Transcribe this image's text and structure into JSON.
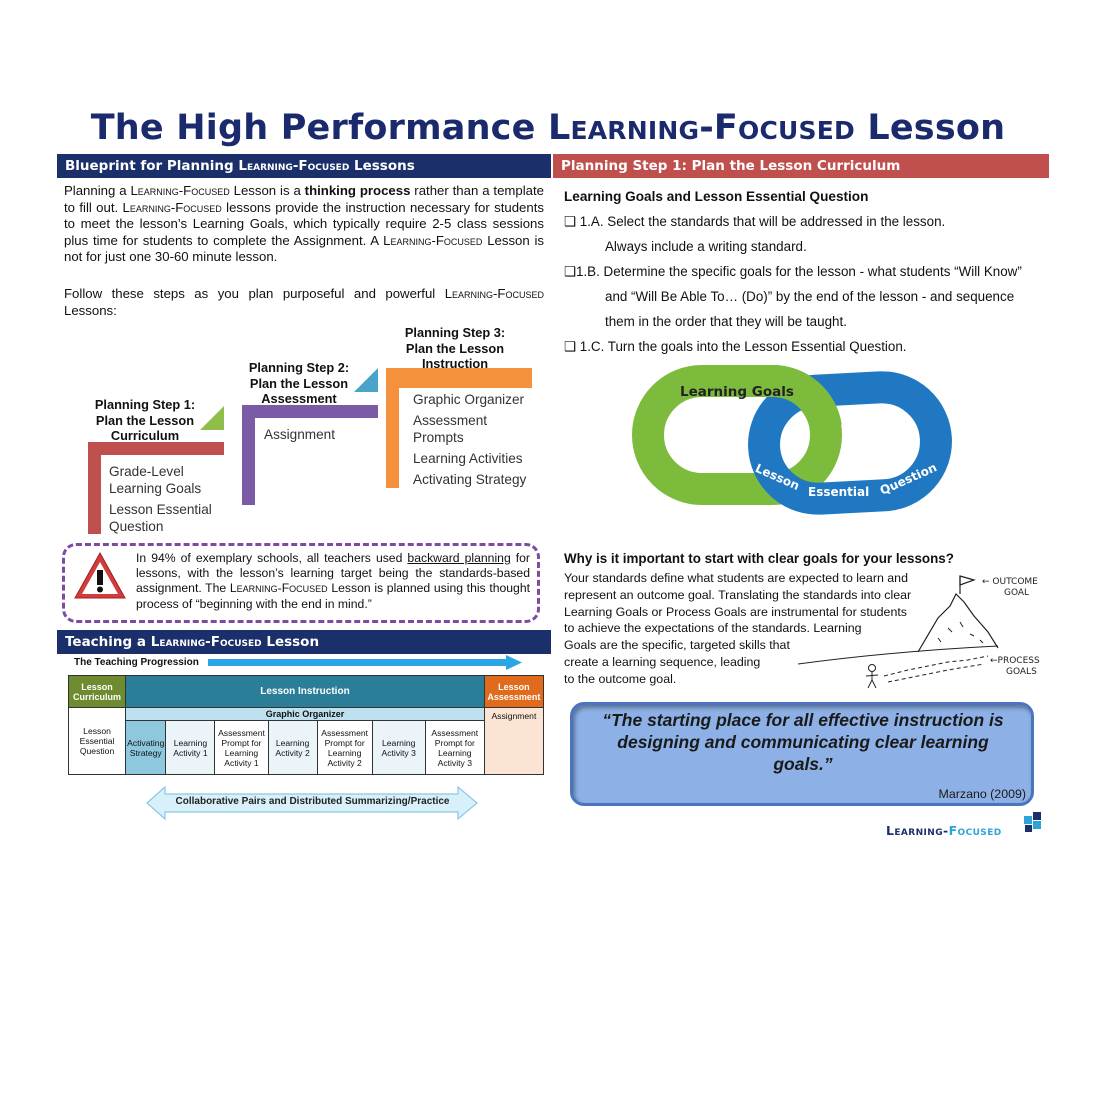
{
  "title": {
    "prefix": "The High Performance ",
    "brand": "Learning-Focused",
    "suffix": " Lesson"
  },
  "blueprint": {
    "header_prefix": "Blueprint for Planning ",
    "header_brand": "Learning-Focused",
    "header_suffix": " Lessons",
    "p1_a": "Planning a ",
    "p1_brand": "Learning-Focused",
    "p1_b": " Lesson is a ",
    "p1_bold": "thinking process",
    "p1_c": " rather than a template to fill out. ",
    "p1_brand2": "Learning-Focused",
    "p1_d": " lessons provide the instruction necessary for students to meet the lesson’s Learning Goals, which typically require 2-5 class sessions plus time for students to complete the Assignment. A ",
    "p1_brand3": "Learning-Focused",
    "p1_e": " Lesson is not for just one 30-60 minute lesson.",
    "p2_a": "Follow these steps as you plan purposeful and powerful ",
    "p2_brand": "Learning-Focused",
    "p2_b": " Lessons:"
  },
  "steps": [
    {
      "title": "Planning Step 1: Plan the Lesson Curriculum",
      "items": [
        "Grade-Level Learning Goals",
        "Lesson Essential Question"
      ]
    },
    {
      "title": "Planning Step 2: Plan the Lesson Assessment",
      "items": [
        "Assignment"
      ]
    },
    {
      "title": "Planning Step 3: Plan the Lesson Instruction",
      "items": [
        "Graphic Organizer",
        "Assessment Prompts",
        "Learning Activities",
        "Activating Strategy"
      ]
    }
  ],
  "warning": {
    "a": "In 94% of exemplary schools, all teachers used ",
    "link": "backward planning",
    "b": " for lessons, with the lesson’s learning target being the standards-based assignment. The ",
    "brand": "Learning-Focused",
    "c": " Lesson is planned using this thought process of “beginning with the end in mind.”"
  },
  "teaching": {
    "header_prefix": "Teaching a ",
    "header_brand": "Learning-Focused",
    "header_suffix": " Lesson",
    "progression": "The Teaching Progression",
    "col_curriculum": "Lesson Curriculum",
    "col_instruction": "Lesson Instruction",
    "col_assessment": "Lesson Assessment",
    "graphic_organizer": "Graphic Organizer",
    "essential_question": "Lesson Essential Question",
    "assignment": "Assignment",
    "cells": [
      "Activating Strategy",
      "Learning Activity 1",
      "Assessment Prompt for Learning Activity 1",
      "Learning Activity 2",
      "Assessment Prompt for Learning Activity 2",
      "Learning Activity 3",
      "Assessment Prompt for Learning Activity 3"
    ],
    "collab": "Collaborative Pairs and Distributed Summarizing/Practice"
  },
  "step1": {
    "header": "Planning Step 1: Plan the Lesson Curriculum",
    "subhead": "Learning Goals and Lesson Essential Question",
    "g1_a": "1.A. Select the standards that will be addressed in the lesson.",
    "g1_b": "Always include a writing standard.",
    "g2_a": "1.B. Determine the specific goals for the lesson - what students “Will Know”",
    "g2_b": "and “Will Be Able To… (Do)” by the end of the lesson - and sequence",
    "g2_c": "them in the order that they will be taught.",
    "g3": "1.C. Turn the goals into the Lesson Essential Question.",
    "checkbox": "❑"
  },
  "chain": {
    "green_label": "Learning Goals",
    "blue_word1": "Lesson",
    "blue_word2": "Essential",
    "blue_word3": "Question",
    "green": "#7dbb3c",
    "blue": "#1f78c1"
  },
  "why": {
    "question": "Why is it important to start with clear goals for your lessons?",
    "lines": [
      "Your standards define what students are expected to learn and",
      "represent an outcome goal. Translating the standards into clear",
      "Learning Goals or Process Goals are instrumental for students",
      "to achieve the expectations of the standards. Learning",
      "Goals are the specific, targeted skills that",
      "create a learning sequence, leading",
      "to the outcome goal."
    ],
    "outcome_label_1": "← OUTCOME",
    "outcome_label_2": "GOAL",
    "process_label_1": "←PROCESS",
    "process_label_2": "GOALS"
  },
  "quote": {
    "text": "“The starting place for all effective instruction is designing and communicating clear learning goals.”",
    "source": "Marzano (2009)"
  },
  "logo": {
    "part1": "Learning",
    "dash": "-",
    "part2": "Focused"
  }
}
